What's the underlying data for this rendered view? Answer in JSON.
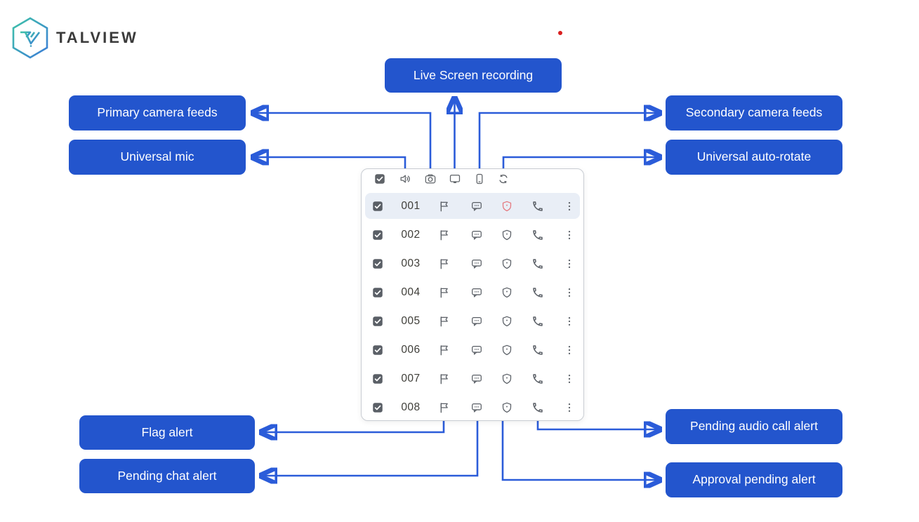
{
  "brand": {
    "name": "TALVIEW"
  },
  "annotations": {
    "live_screen": "Live Screen recording",
    "primary_camera": "Primary camera feeds",
    "universal_mic": "Universal mic",
    "secondary_camera": "Secondary camera feeds",
    "auto_rotate": "Universal auto-rotate",
    "flag_alert": "Flag alert",
    "pending_chat": "Pending chat alert",
    "pending_audio": "Pending audio call alert",
    "approval_pending": "Approval pending alert"
  },
  "colors": {
    "callout_blue": "#2355cd",
    "arrow_blue": "#2b5cd9",
    "icon_gray": "#5f6368",
    "alert_red": "#e5777d",
    "row_highlight": "#e9eef6",
    "logo_teal": "#3fc3a8",
    "logo_blue": "#3b7bd8"
  },
  "panel": {
    "header_icons": [
      "select-all-checkbox",
      "universal-mic-icon",
      "primary-camera-icon",
      "screen-recording-icon",
      "secondary-camera-icon",
      "auto-rotate-icon"
    ],
    "row_icon_names": [
      "flag-icon",
      "chat-icon",
      "shield-icon",
      "phone-icon",
      "more-options-icon"
    ],
    "rows": [
      {
        "id": "001",
        "checked": true,
        "shield_alert": true,
        "highlighted": true
      },
      {
        "id": "002",
        "checked": true,
        "shield_alert": false,
        "highlighted": false
      },
      {
        "id": "003",
        "checked": true,
        "shield_alert": false,
        "highlighted": false
      },
      {
        "id": "004",
        "checked": true,
        "shield_alert": false,
        "highlighted": false
      },
      {
        "id": "005",
        "checked": true,
        "shield_alert": false,
        "highlighted": false
      },
      {
        "id": "006",
        "checked": true,
        "shield_alert": false,
        "highlighted": false
      },
      {
        "id": "007",
        "checked": true,
        "shield_alert": false,
        "highlighted": false
      },
      {
        "id": "008",
        "checked": true,
        "shield_alert": false,
        "highlighted": false
      }
    ]
  }
}
